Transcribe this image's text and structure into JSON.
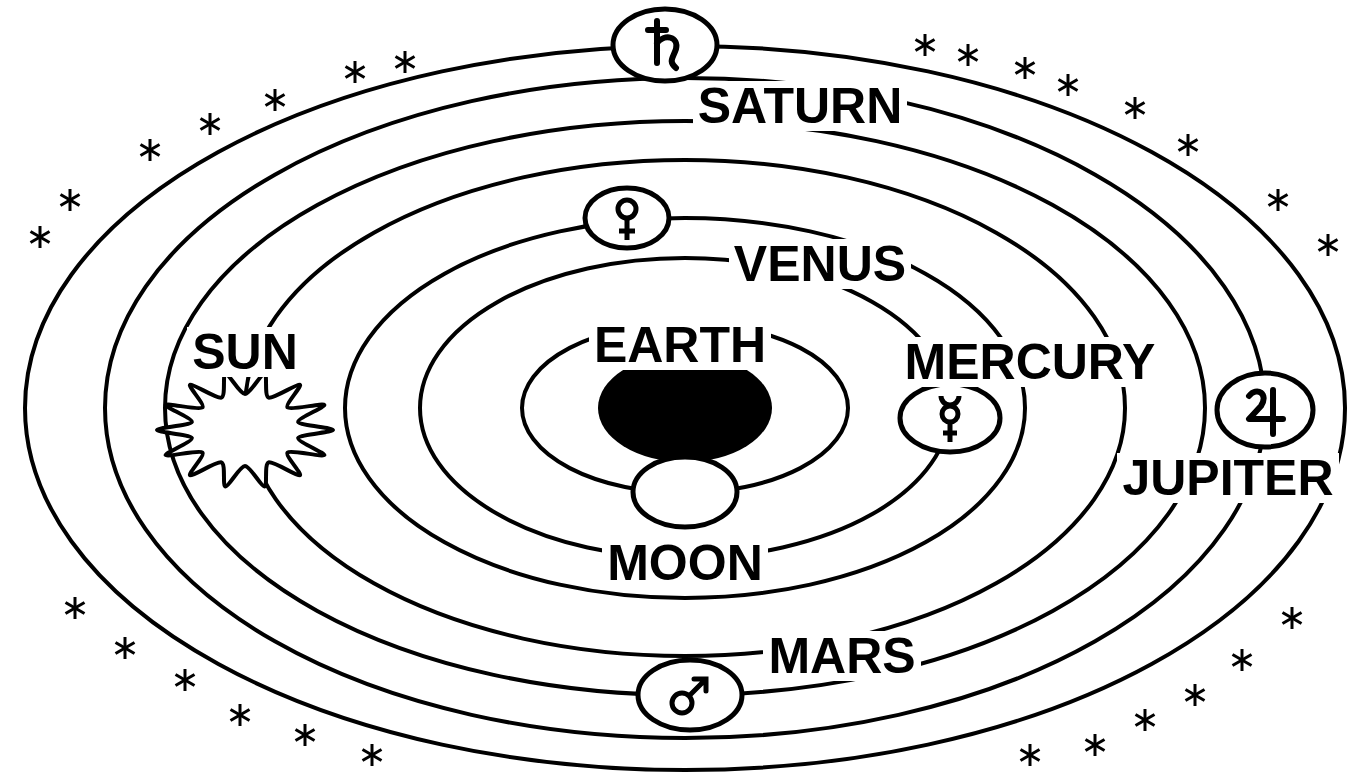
{
  "diagram": {
    "labels": [
      "SATURN",
      "VENUS",
      "SUN",
      "EARTH",
      "MERCURY",
      "JUPITER",
      "MOON",
      "MARS"
    ]
  }
}
